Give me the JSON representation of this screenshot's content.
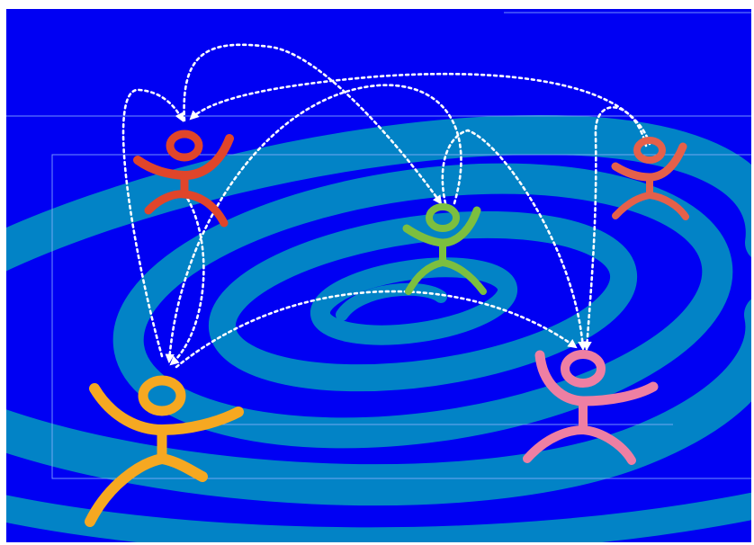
{
  "colors": {
    "background": "#0000f3",
    "swirl": "#0283c6",
    "guide_lines": "#8fb4ff",
    "arrows": "#ffffff",
    "figures": {
      "red": "#e0452a",
      "green": "#7cbf3f",
      "salmon": "#e5604a",
      "orange": "#f6a821",
      "pink": "#ee7fa3"
    }
  },
  "figures": [
    {
      "id": "figure-red",
      "color": "red"
    },
    {
      "id": "figure-green",
      "color": "green"
    },
    {
      "id": "figure-salmon",
      "color": "salmon"
    },
    {
      "id": "figure-orange",
      "color": "orange"
    },
    {
      "id": "figure-pink",
      "color": "pink"
    }
  ],
  "connections": [
    {
      "from": "figure-orange",
      "to": "figure-red"
    },
    {
      "from": "figure-red",
      "to": "figure-orange"
    },
    {
      "from": "figure-red",
      "to": "figure-green"
    },
    {
      "from": "figure-salmon",
      "to": "figure-red"
    },
    {
      "from": "figure-green",
      "to": "figure-orange"
    },
    {
      "from": "figure-green",
      "to": "figure-pink"
    },
    {
      "from": "figure-salmon",
      "to": "figure-pink"
    },
    {
      "from": "figure-orange",
      "to": "figure-pink"
    }
  ],
  "arrow_style": "dotted"
}
